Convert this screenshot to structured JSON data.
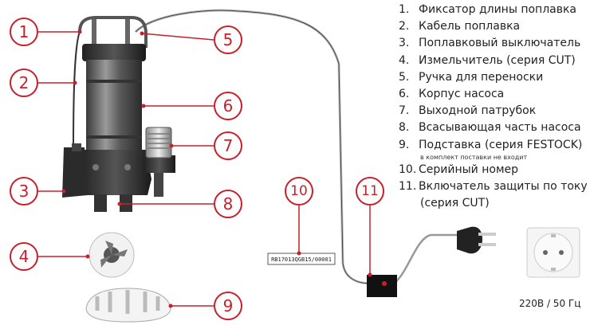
{
  "legend": {
    "items": [
      {
        "num": "1.",
        "text": "Фиксатор длины поплавка"
      },
      {
        "num": "2.",
        "text": "Кабель поплавка"
      },
      {
        "num": "3.",
        "text": "Поплавковый выключатель"
      },
      {
        "num": "4.",
        "text": "Измельчитель (серия CUT)"
      },
      {
        "num": "5.",
        "text": "Ручка для переноски"
      },
      {
        "num": "6.",
        "text": "Корпус насоса"
      },
      {
        "num": "7.",
        "text": "Выходной патрубок"
      },
      {
        "num": "8.",
        "text": "Всасывающая часть насоса"
      },
      {
        "num": "9.",
        "text": "Подставка (серия FESTOCK)"
      },
      {
        "num": "10.",
        "text": "Серийный номер"
      },
      {
        "num": "11.",
        "text": "Включатель защиты по току"
      }
    ],
    "note_9": "в комплект поставки не входит",
    "cont_11": "(серия CUT)"
  },
  "callouts": [
    "1",
    "2",
    "3",
    "4",
    "5",
    "6",
    "7",
    "8",
    "9",
    "10",
    "11"
  ],
  "serial_number": "RB17013QGB15/00001",
  "power_label": "220В / 50 Гц",
  "colors": {
    "accent": "#c8202b",
    "pump_dark": "#2a2a2a",
    "switch_box": "#111111"
  },
  "icons": [
    "submersible-pump-icon",
    "shredder-cutter-icon",
    "pump-stand-icon",
    "power-plug-icon",
    "wall-socket-icon",
    "current-protection-switch-icon"
  ]
}
